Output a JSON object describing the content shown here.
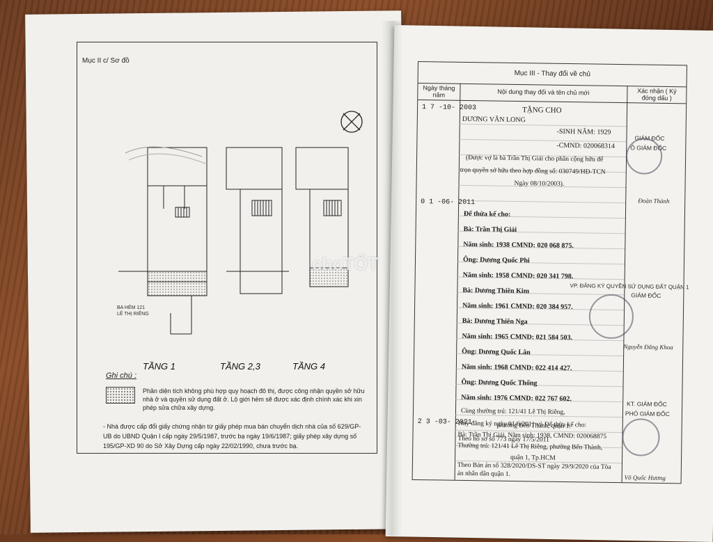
{
  "left_page": {
    "title": "Mục II c/ Sơ đồ",
    "floors": [
      "TẦNG 1",
      "TẦNG 2,3",
      "TẦNG 4"
    ],
    "street_label_1": "BA HẺM 121",
    "street_label_2": "LÊ THỊ RIÊNG",
    "note_title": "Ghi chú :",
    "legend": "Phần diện tích không phù hợp quy hoạch đô thị, được công nhận quyền sở hữu nhà ở và quyền sử dụng đất ở. Lộ giới hẻm sẽ được xác định chính xác khi xin phép sửa chữa xây dựng.",
    "note": "- Nhà được cấp đổi giấy chứng nhận từ giấy phép mua bán chuyển dịch nhà của số 629/GP-UB do UBND Quận I cấp ngày 29/5/1987, trước bạ ngày 19/6/1987; giấy phép xây dựng số 195/GP-XD 90 do Sở Xây Dựng cấp ngày 22/02/1990, chưa trước bạ."
  },
  "watermark": "choTỐT",
  "right_page": {
    "section_title": "Mục III - Thay đổi về chủ",
    "col_date": "Ngày tháng năm",
    "col_content": "Nội dung thay đổi và tên chủ mới",
    "col_confirm": "Xác nhận ( Ký đóng dấu )",
    "entry1": {
      "date": "1 7 -10- 2003",
      "heading": "TẶNG CHO",
      "name": "DƯƠNG VĂN LONG",
      "birth": "-SINH NĂM: 1929",
      "id": "-CMND: 020068314",
      "desc1": "(Được vợ là bà Trần Thị Giải cho phần cộng hữu để",
      "desc2": "trọn quyền sở hữu theo hợp đồng số: 030749/HĐ-TCN",
      "desc3": "Ngày 08/10/2003).",
      "sign_title1": "GIÁM ĐỐC",
      "sign_title2": "Ó GIÁM ĐỐC",
      "signer": "Đoàn Thành"
    },
    "entry2": {
      "date": "0 1 -06- 2011",
      "heading": "Để thừa kế cho:",
      "heirs": [
        {
          "title": "Bà: Trần Thị Giải",
          "info": "Năm sinh: 1938 CMND: 020 068 875."
        },
        {
          "title": "Ông: Dương Quốc Phi",
          "info": "Năm sinh: 1958 CMND: 020 341 798."
        },
        {
          "title": "Bà: Dương Thiên Kim",
          "info": "Năm sinh: 1961 CMND: 020 384 957."
        },
        {
          "title": "Bà: Dương Thiên Nga",
          "info": "Năm sinh: 1965 CMND: 021 584 503."
        },
        {
          "title": "Ông: Dương Quốc Lân",
          "info": "Năm sinh: 1968 CMND: 022 414 427."
        },
        {
          "title": "Ông: Dương Quốc Thống",
          "info": "Năm sinh: 1976 CMND: 022 767 602."
        }
      ],
      "address1": "Cùng thường trú: 121/41 Lê Thị Riêng,",
      "address2": "phường Bến Thành, quận 1.",
      "file_ref": "Theo hồ sơ số 773 ngày 17/5/2011",
      "office": "VP. ĐĂNG KÝ QUYỀN SỬ DỤNG ĐẤT QUẬN 1",
      "sign_title": "GIÁM ĐỐC",
      "signer": "Nguyễn Đăng Khoa"
    },
    "entry3": {
      "date": "2 3 -03- 2021",
      "line1": "Hủy đăng ký ngày 01/6/2011 và Để thừa kế cho:",
      "line2": "Bà: Trần Thị Giải, Năm sinh: 1938, CMND: 020068875",
      "line3": "Thường trú: 121/41 Lê Thị Riêng, phường Bến Thành,",
      "line4": "quận 1, Tp.HCM",
      "line5": "Theo Bản án số 328/2020/DS-ST ngày 29/9/2020 của Tòa",
      "line6": "án nhân dân quận 1.",
      "sign_title1": "KT. GIÁM ĐỐC",
      "sign_title2": "PHÓ GIÁM ĐỐC",
      "signer": "Võ Quốc Hương"
    }
  }
}
